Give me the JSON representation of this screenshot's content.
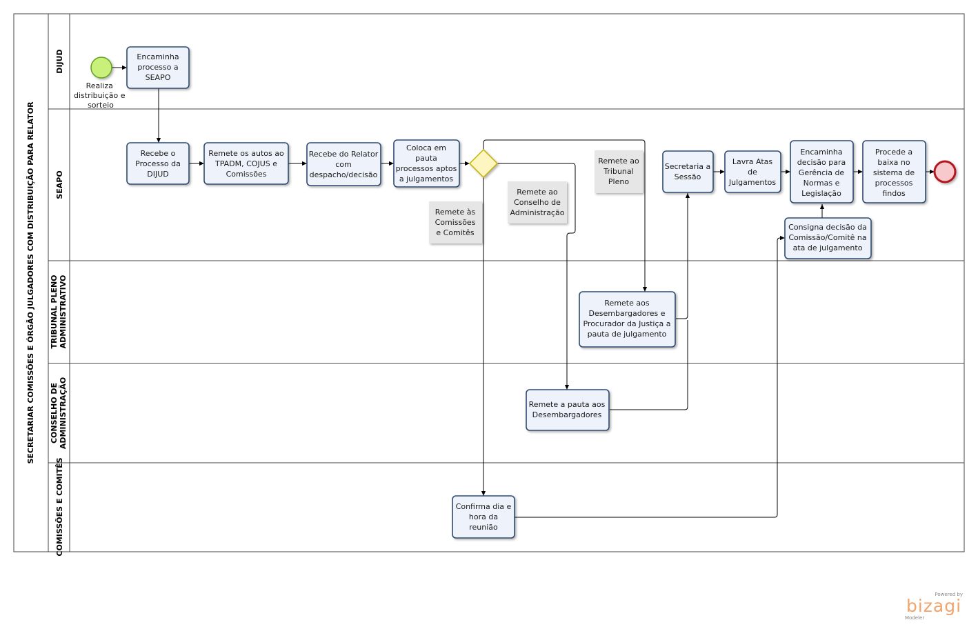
{
  "pool": {
    "title": "SECRETARIAR COMISSÕES E ÓRGÃO JULGADORES COM DISTRIBUIÇÃO PARA RELATOR"
  },
  "lanes": [
    {
      "id": "djud",
      "label": "DIJUD"
    },
    {
      "id": "seapo",
      "label": "SEAPO"
    },
    {
      "id": "pleno",
      "label": "TRIBUNAL PLENO ADMINISTRATIVO"
    },
    {
      "id": "conselho",
      "label": "CONSELHO DE ADMINISTRAÇÃO"
    },
    {
      "id": "comissoes",
      "label": "COMISSÕES E COMITÊS"
    }
  ],
  "start_event": {
    "label": "Realiza distribuição e sorteio"
  },
  "tasks": {
    "t1": "Encaminha processo a SEAPO",
    "t2": "Recebe o Processo da DIJUD",
    "t3": "Remete os autos ao TPADM, COJUS e Comissões",
    "t4": "Recebe do Relator com despacho/decisão",
    "t5": "Coloca em pauta processos aptos a julgamentos",
    "t6": "Secretaria a Sessão",
    "t7": "Lavra Atas de Julgamentos",
    "t8": "Encaminha decisão para Gerência de Normas e Legislação",
    "t9": "Procede a baixa no sistema de processos findos",
    "t10": "Consigna decisão da Comissão/Comitê na ata de julgamento",
    "t11": "Remete aos Desembargadores e Procurador da Justiça a pauta de julgamento",
    "t12": "Remete a pauta aos Desembargadores",
    "t13": "Confirma dia e hora da reunião"
  },
  "annotations": {
    "a1": "Remete ao Tribunal Pleno",
    "a2": "Remete ao Conselho de Administração",
    "a3": "Remete às Comissões e Comitês"
  },
  "brand": {
    "powered": "Powered by",
    "name": "bizagi",
    "product": "Modeler"
  },
  "colors": {
    "task_fill": "#eef2fa",
    "task_stroke": "#2e4a6e",
    "start_fill": "#c8f07a",
    "start_stroke": "#5fa01e",
    "end_fill": "#f7c8cc",
    "end_stroke": "#b3141d",
    "gateway_fill": "#fdf6c0",
    "gateway_stroke": "#c6b100",
    "annotation_fill": "#e6e6e6"
  }
}
